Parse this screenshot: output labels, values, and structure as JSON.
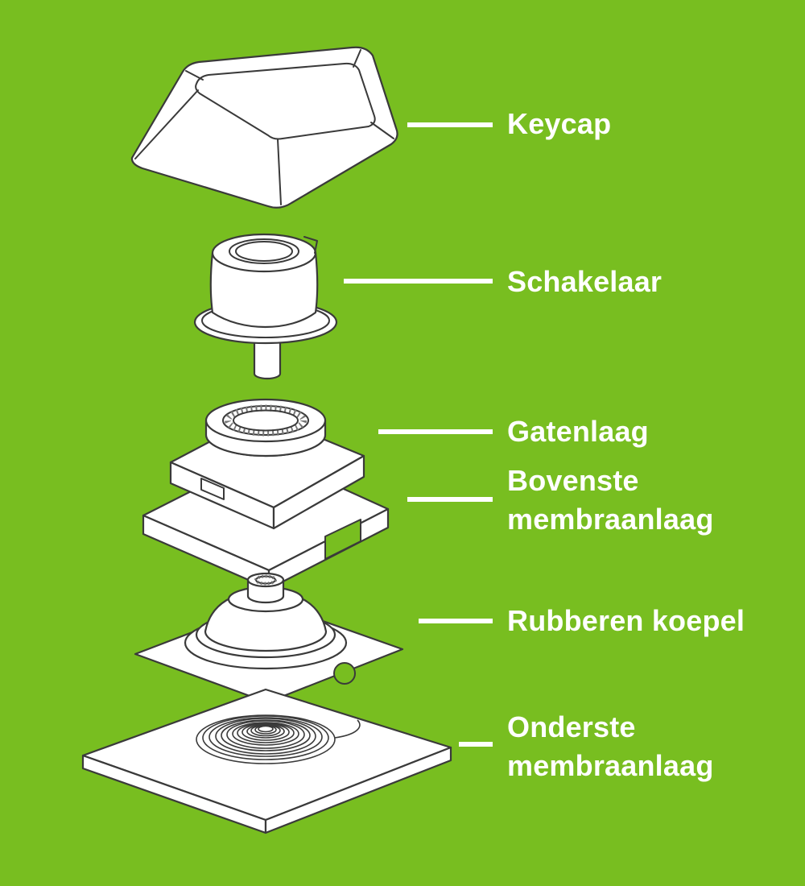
{
  "background_color": "#78be20",
  "drawing": {
    "stroke_color": "#3a3a3a",
    "fill_color": "#ffffff",
    "leader_line_color": "#ffffff",
    "parts": [
      "keycap-drawing",
      "switch-drawing",
      "holes-layer-drawing",
      "top-membrane-drawing",
      "rubber-dome-drawing",
      "bottom-membrane-drawing"
    ]
  },
  "labels": [
    {
      "id": "keycap",
      "text": "Keycap"
    },
    {
      "id": "schakelaar",
      "text": "Schakelaar"
    },
    {
      "id": "gatenlaag",
      "text": "Gatenlaag"
    },
    {
      "id": "bovenste-membraanlaag",
      "text": "Bovenste membraanlaag"
    },
    {
      "id": "rubberen-koepel",
      "text": "Rubberen koepel"
    },
    {
      "id": "onderste-membraanlaag",
      "text": "Onderste membraanlaag"
    }
  ]
}
